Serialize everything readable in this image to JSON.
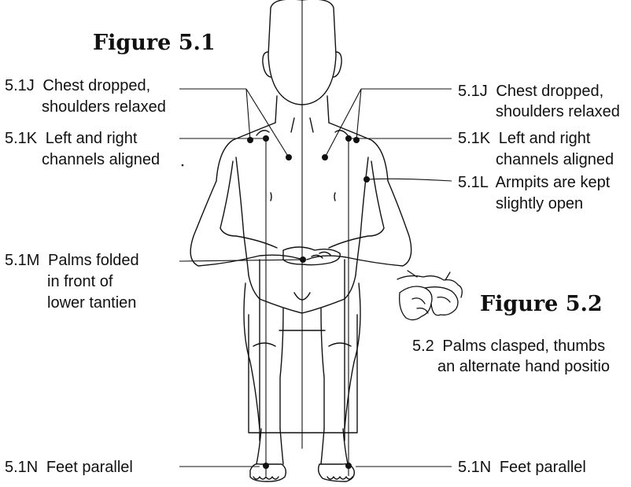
{
  "figures": [
    {
      "title": "Figure 5.1"
    },
    {
      "title": "Figure 5.2"
    }
  ],
  "callouts": [
    {
      "code": "5.1J",
      "lines": [
        "Chest dropped,",
        "shoulders relaxed"
      ]
    },
    {
      "code": "5.1K",
      "lines": [
        "Left and right",
        "channels aligned"
      ]
    },
    {
      "code": "5.1M",
      "lines": [
        "Palms folded",
        "in front of",
        "lower tantien"
      ]
    },
    {
      "code": "5.1N",
      "lines": [
        "Feet parallel"
      ]
    },
    {
      "code": "5.1J",
      "lines": [
        "Chest dropped,",
        "shoulders relaxed"
      ]
    },
    {
      "code": "5.1K",
      "lines": [
        "Left and right",
        "channels aligned"
      ]
    },
    {
      "code": "5.1L",
      "lines": [
        "Armpits are kept",
        "slightly open"
      ]
    },
    {
      "code": "5.1N",
      "lines": [
        "Feet parallel"
      ]
    },
    {
      "code": "5.2",
      "lines": [
        "Palms clasped, thumbs",
        "an alternate hand positio"
      ]
    }
  ]
}
